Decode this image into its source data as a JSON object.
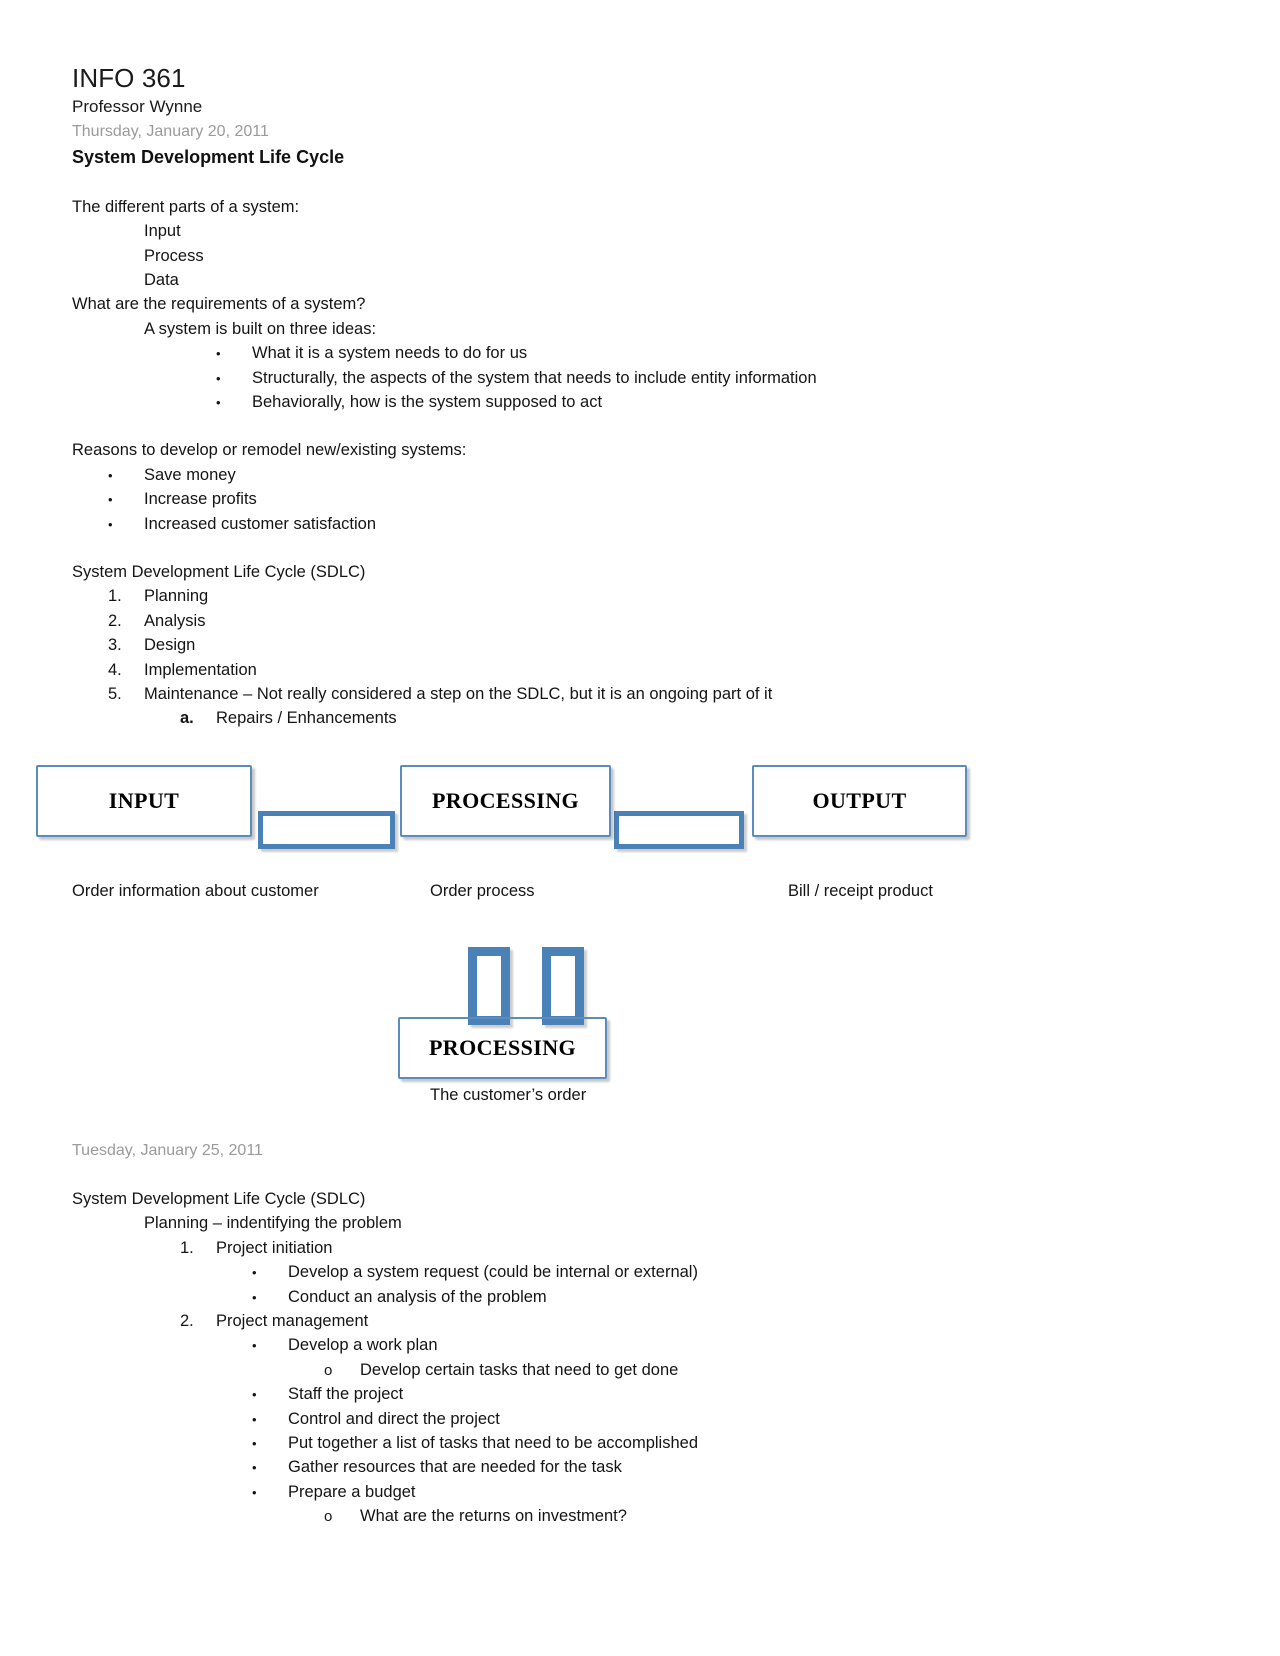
{
  "header": {
    "course": "INFO 361",
    "professor": "Professor Wynne",
    "date": "Thursday, January 20, 2011",
    "topic": "System Development Life Cycle"
  },
  "body": {
    "parts_heading": "The different parts of a system:",
    "parts": [
      "Input",
      "Process",
      "Data"
    ],
    "requirements_question": "What are the requirements of a system?",
    "three_ideas_heading": "A system is built on three ideas:",
    "three_ideas": [
      "What it is a system needs to do for us",
      "Structurally, the aspects of the system that needs to include entity information",
      "Behaviorally, how is the system supposed to act"
    ],
    "reasons_heading": "Reasons to develop or remodel new/existing systems:",
    "reasons": [
      "Save money",
      "Increase profits",
      "Increased customer satisfaction"
    ],
    "sdlc_heading": "System Development Life Cycle (SDLC)",
    "sdlc_steps": [
      {
        "num": "1.",
        "text": "Planning"
      },
      {
        "num": "2.",
        "text": "Analysis"
      },
      {
        "num": "3.",
        "text": "Design"
      },
      {
        "num": "4.",
        "text": "Implementation"
      },
      {
        "num": "5.",
        "text": "Maintenance – Not really considered a step on the SDLC, but it is an ongoing part of it"
      }
    ],
    "maintenance_sub": {
      "marker": "a.",
      "text": "Repairs / Enhancements"
    }
  },
  "diagram1": {
    "boxes": [
      {
        "label": "INPUT"
      },
      {
        "label": "PROCESSING"
      },
      {
        "label": "OUTPUT"
      }
    ],
    "captions": [
      "Order information about customer",
      "Order process",
      "Bill / receipt product"
    ],
    "accent_color": "#5b9bd5",
    "border_color": "#4a82b8"
  },
  "diagram2": {
    "box_label": "PROCESSING",
    "caption": "The customer’s order"
  },
  "section2": {
    "date": "Tuesday, January 25, 2011",
    "sdlc_heading": "System Development Life Cycle (SDLC)",
    "planning_line": "Planning – indentifying the problem",
    "item1": {
      "num": "1.",
      "text": "Project initiation"
    },
    "item1_bullets": [
      "Develop a system request (could be internal or external)",
      "Conduct an analysis of the problem"
    ],
    "item2": {
      "num": "2.",
      "text": "Project management"
    },
    "item2_bullets": [
      "Develop a work plan",
      "Staff the project",
      "Control and direct the project",
      "Put together a list of tasks that need to be accomplished",
      "Gather resources that are needed for the task",
      "Prepare a budget"
    ],
    "workplan_sub": {
      "marker": "o",
      "text": "Develop certain tasks that need to get done"
    },
    "budget_sub": {
      "marker": "o",
      "text": "What are the returns on investment?"
    }
  },
  "markers": {
    "bullet": "•",
    "circle": "o"
  }
}
